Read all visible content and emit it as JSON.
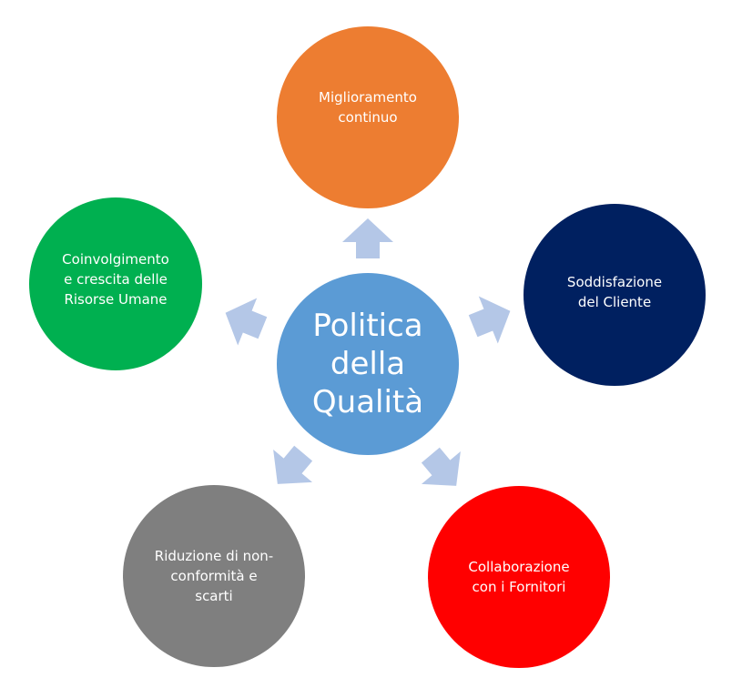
{
  "center": {
    "label": "Politica\ndella\nQualità",
    "color": "#5b9bd5"
  },
  "nodes": {
    "top": {
      "label": "Miglioramento\ncontinuo",
      "color": "#ed7d31"
    },
    "right": {
      "label": "Soddisfazione\ndel Cliente",
      "color": "#002060"
    },
    "left": {
      "label": "Coinvolgimento\ne crescita delle\nRisorse Umane",
      "color": "#00b050"
    },
    "bottom_left": {
      "label": "Riduzione di non-\nconformità e\nscarti",
      "color": "#7f7f7f"
    },
    "bottom_right": {
      "label": "Collaborazione\ncon i  Fornitori",
      "color": "#ff0000"
    }
  },
  "arrow_color": "#b4c7e7"
}
